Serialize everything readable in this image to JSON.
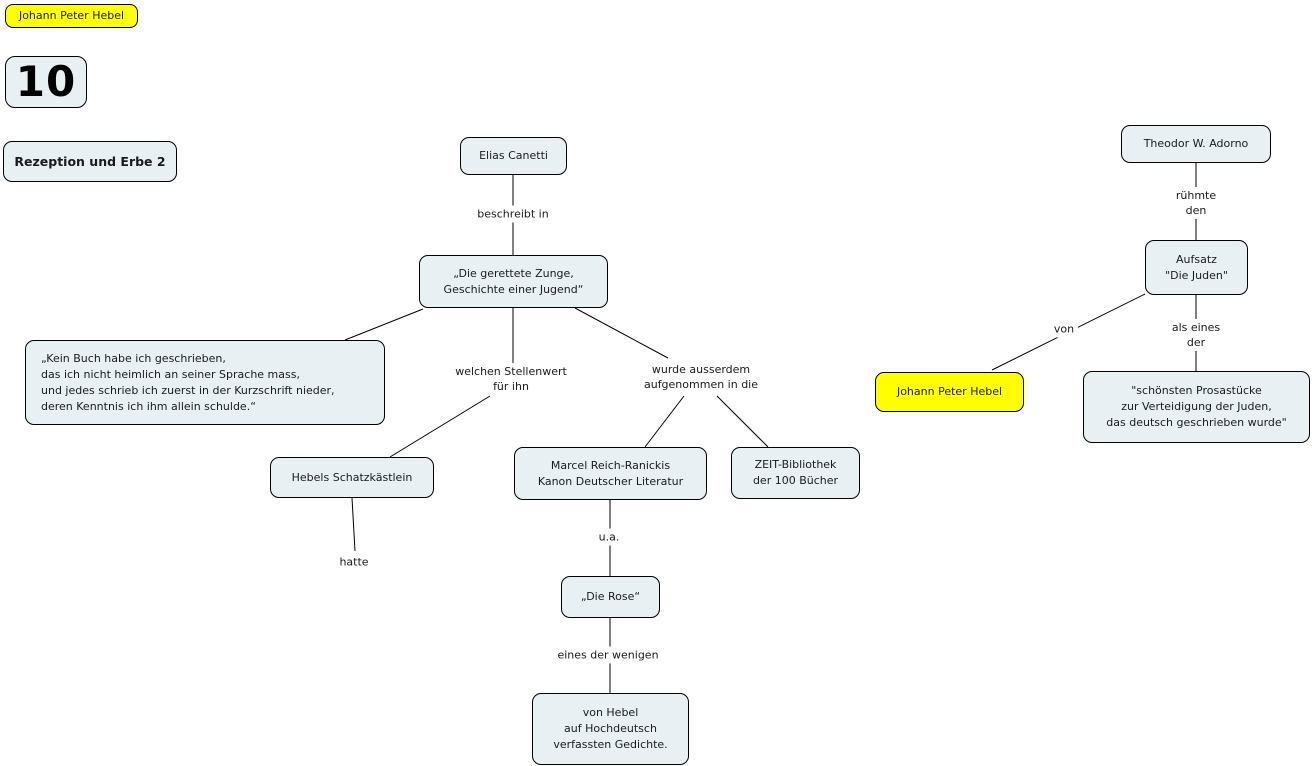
{
  "map": {
    "header": {
      "topic_label": "Johann Peter Hebel",
      "page_number": "10",
      "section_label": "Rezeption und Erbe 2"
    },
    "nodes": {
      "elias_canetti": "Elias Canetti",
      "gerettete_zunge": "„Die gerettete Zunge,\nGeschichte einer Jugend“",
      "kein_buch_zitat": "„Kein Buch habe ich geschrieben,\ndas ich nicht heimlich an seiner Sprache mass,\nund jedes schrieb ich zuerst in der Kurzschrift nieder,\nderen Kenntnis ich ihm allein schulde.“",
      "hebels_schatzkaestlein": "Hebels Schatzkästlein",
      "kanon_deutscher_literatur": "Marcel Reich-Ranickis\nKanon Deutscher Literatur",
      "zeit_bibliothek": "ZEIT-Bibliothek\nder 100 Bücher",
      "die_rose": "„Die Rose“",
      "hochdeutsch_gedichte": "von Hebel\nauf Hochdeutsch\nverfassten Gedichte.",
      "theodor_adorno": "Theodor W. Adorno",
      "aufsatz_die_juden": "Aufsatz\n\"Die Juden\"",
      "johann_peter_hebel": "Johann Peter Hebel",
      "prosastuecke_zitat": "\"schönsten Prosastücke\nzur Verteidigung der Juden,\ndas deutsch geschrieben wurde\""
    },
    "edge_labels": {
      "beschreibt_in": "beschreibt in",
      "welchen_stellenwert": "welchen Stellenwert\nfür ihn",
      "wurde_aufgenommen": "wurde ausserdem\naufgenommen in die",
      "ua": "u.a.",
      "eines_der_wenigen": "eines der wenigen",
      "hatte": "hatte",
      "ruehmte_den": "rühmte\nden",
      "von": "von",
      "als_eines_der": "als eines\nder"
    },
    "colors": {
      "node_fill": "#e9f0f4",
      "node_border": "#000000",
      "highlight_fill": "#ffff00",
      "line": "#000000",
      "text": "#1a1a1a",
      "background": "#ffffff"
    }
  }
}
